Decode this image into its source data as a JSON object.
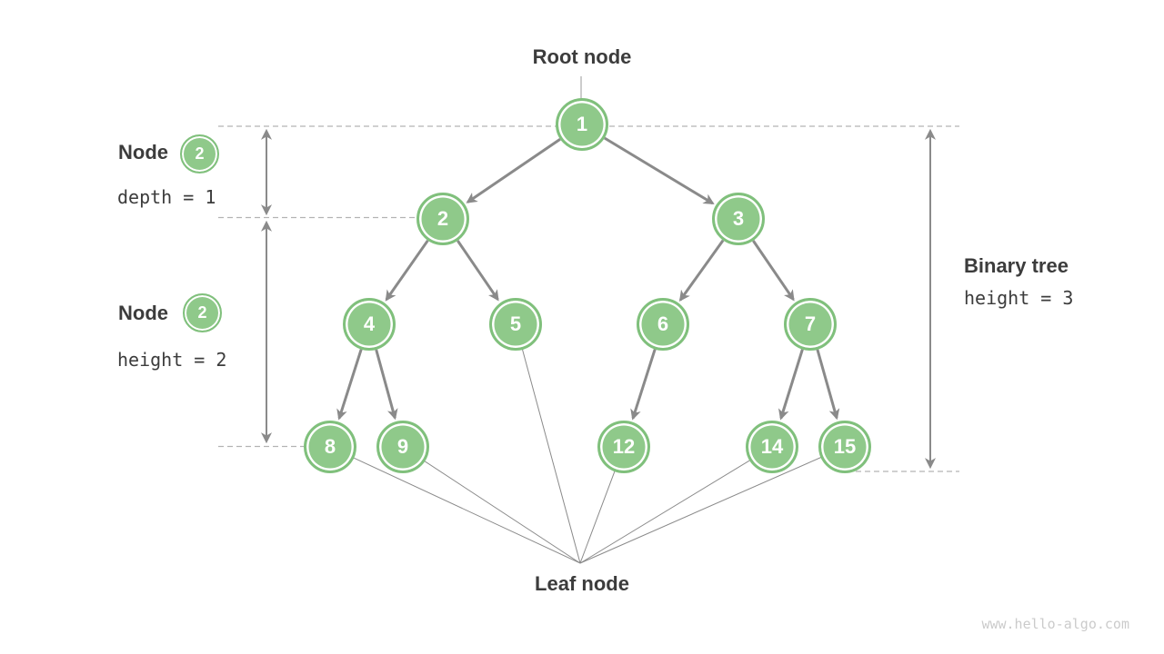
{
  "page": {
    "watermark": "www.hello-algo.com"
  },
  "colors": {
    "node_fill": "#8fc98a",
    "node_border": "#80c07c",
    "node_text": "#ffffff",
    "edge_arrow": "#8a8a8a",
    "dashed_guide": "#b3b3b3",
    "thin_line": "#8a8a8a",
    "label_text": "#3c3c3c",
    "watermark_text": "#cbcbcb",
    "background": "#ffffff"
  },
  "annotations": {
    "root_label": "Root node",
    "leaf_label": "Leaf node",
    "depth_note": {
      "title": "Node",
      "badge_value": "2",
      "formula": "depth = 1"
    },
    "height_note": {
      "title": "Node",
      "badge_value": "2",
      "formula": "height = 2"
    },
    "tree_note": {
      "title": "Binary tree",
      "formula": "height = 3"
    }
  },
  "tree": {
    "nodes": [
      {
        "value": "1",
        "level": 1
      },
      {
        "value": "2",
        "level": 2
      },
      {
        "value": "3",
        "level": 2
      },
      {
        "value": "4",
        "level": 3
      },
      {
        "value": "5",
        "level": 3
      },
      {
        "value": "6",
        "level": 3
      },
      {
        "value": "7",
        "level": 3
      },
      {
        "value": "8",
        "level": 4
      },
      {
        "value": "9",
        "level": 4
      },
      {
        "value": "12",
        "level": 4
      },
      {
        "value": "14",
        "level": 4
      },
      {
        "value": "15",
        "level": 4
      }
    ],
    "edges": [
      [
        "1",
        "2"
      ],
      [
        "1",
        "3"
      ],
      [
        "2",
        "4"
      ],
      [
        "2",
        "5"
      ],
      [
        "3",
        "6"
      ],
      [
        "3",
        "7"
      ],
      [
        "4",
        "8"
      ],
      [
        "4",
        "9"
      ],
      [
        "6",
        "12"
      ],
      [
        "7",
        "14"
      ],
      [
        "7",
        "15"
      ]
    ],
    "leaf_nodes": [
      "8",
      "9",
      "5",
      "12",
      "14",
      "15"
    ]
  }
}
